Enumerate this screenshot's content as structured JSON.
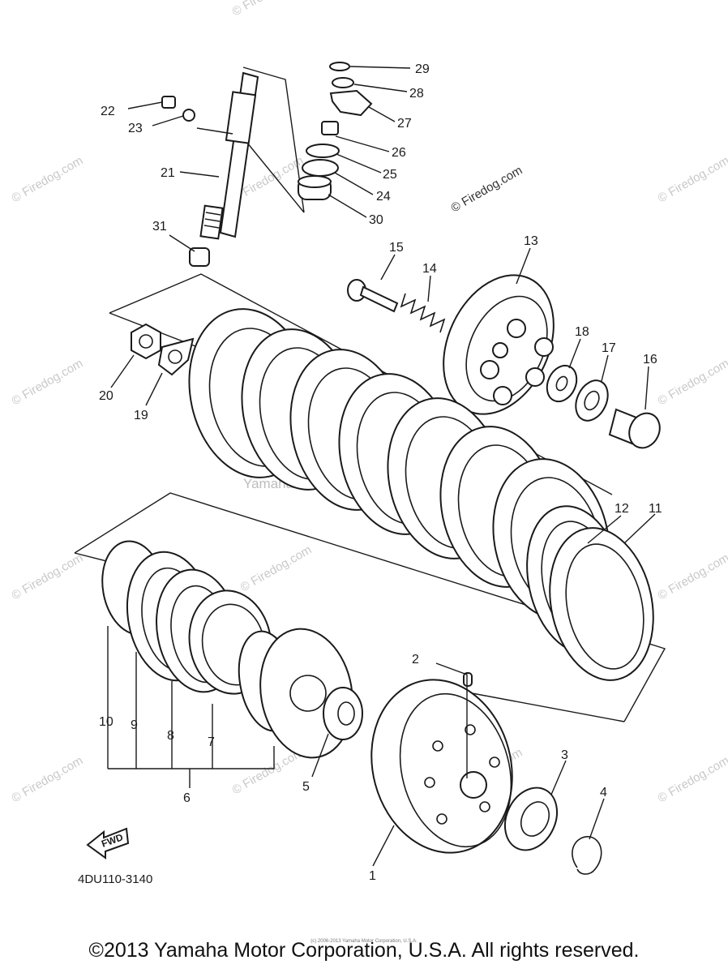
{
  "watermark": "© Firedog.com",
  "center_watermark": "Yamaha Motor Corp., U.S.A.",
  "fwd_label": "FWD",
  "diagram_code": "4DU110-3140",
  "small_copyright": "(c) 2006-2013 Yamaha Motor Corporation, U.S.A.",
  "copyright": "©2013 Yamaha Motor Corporation, U.S.A. All rights reserved.",
  "callouts": [
    {
      "id": "1",
      "text": "1"
    },
    {
      "id": "2",
      "text": "2"
    },
    {
      "id": "3",
      "text": "3"
    },
    {
      "id": "4",
      "text": "4"
    },
    {
      "id": "5",
      "text": "5"
    },
    {
      "id": "6",
      "text": "6"
    },
    {
      "id": "7",
      "text": "7"
    },
    {
      "id": "8",
      "text": "8"
    },
    {
      "id": "9",
      "text": "9"
    },
    {
      "id": "10",
      "text": "10"
    },
    {
      "id": "11",
      "text": "11"
    },
    {
      "id": "12",
      "text": "12"
    },
    {
      "id": "13",
      "text": "13"
    },
    {
      "id": "14",
      "text": "14"
    },
    {
      "id": "15",
      "text": "15"
    },
    {
      "id": "16",
      "text": "16"
    },
    {
      "id": "17",
      "text": "17"
    },
    {
      "id": "18",
      "text": "18"
    },
    {
      "id": "19",
      "text": "19"
    },
    {
      "id": "20",
      "text": "20"
    },
    {
      "id": "21",
      "text": "21"
    },
    {
      "id": "22",
      "text": "22"
    },
    {
      "id": "23",
      "text": "23"
    },
    {
      "id": "24",
      "text": "24"
    },
    {
      "id": "25",
      "text": "25"
    },
    {
      "id": "26",
      "text": "26"
    },
    {
      "id": "27",
      "text": "27"
    },
    {
      "id": "28",
      "text": "28"
    },
    {
      "id": "29",
      "text": "29"
    },
    {
      "id": "30",
      "text": "30"
    },
    {
      "id": "31",
      "text": "31"
    }
  ]
}
